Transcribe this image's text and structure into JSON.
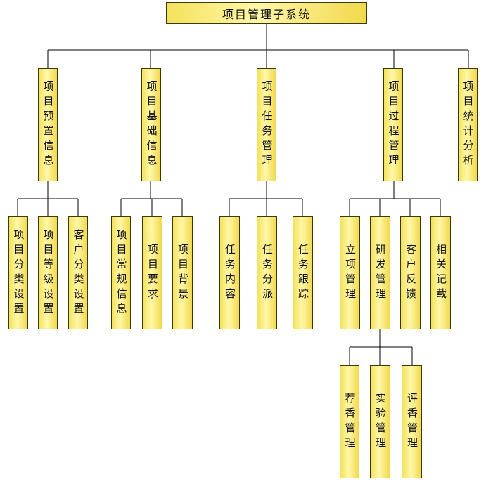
{
  "diagram": {
    "root": {
      "label": "项目管理子系统"
    },
    "branches": [
      {
        "label": "项目预置信息",
        "children": [
          {
            "label": "项目分类设置"
          },
          {
            "label": "项目等级设置"
          },
          {
            "label": "客户分类设置"
          }
        ]
      },
      {
        "label": "项目基础信息",
        "children": [
          {
            "label": "项目常规信息"
          },
          {
            "label": "项目要求"
          },
          {
            "label": "项目背景"
          }
        ]
      },
      {
        "label": "项目任务管理",
        "children": [
          {
            "label": "任务内容"
          },
          {
            "label": "任务分派"
          },
          {
            "label": "任务跟踪"
          }
        ]
      },
      {
        "label": "项目过程管理",
        "children": [
          {
            "label": "立项管理"
          },
          {
            "label": "研发管理",
            "children": [
              {
                "label": "荐香管理"
              },
              {
                "label": "实验管理"
              },
              {
                "label": "评香管理"
              }
            ]
          },
          {
            "label": "客户反馈"
          },
          {
            "label": "相关记载"
          }
        ]
      },
      {
        "label": "项目统计分析"
      }
    ]
  }
}
